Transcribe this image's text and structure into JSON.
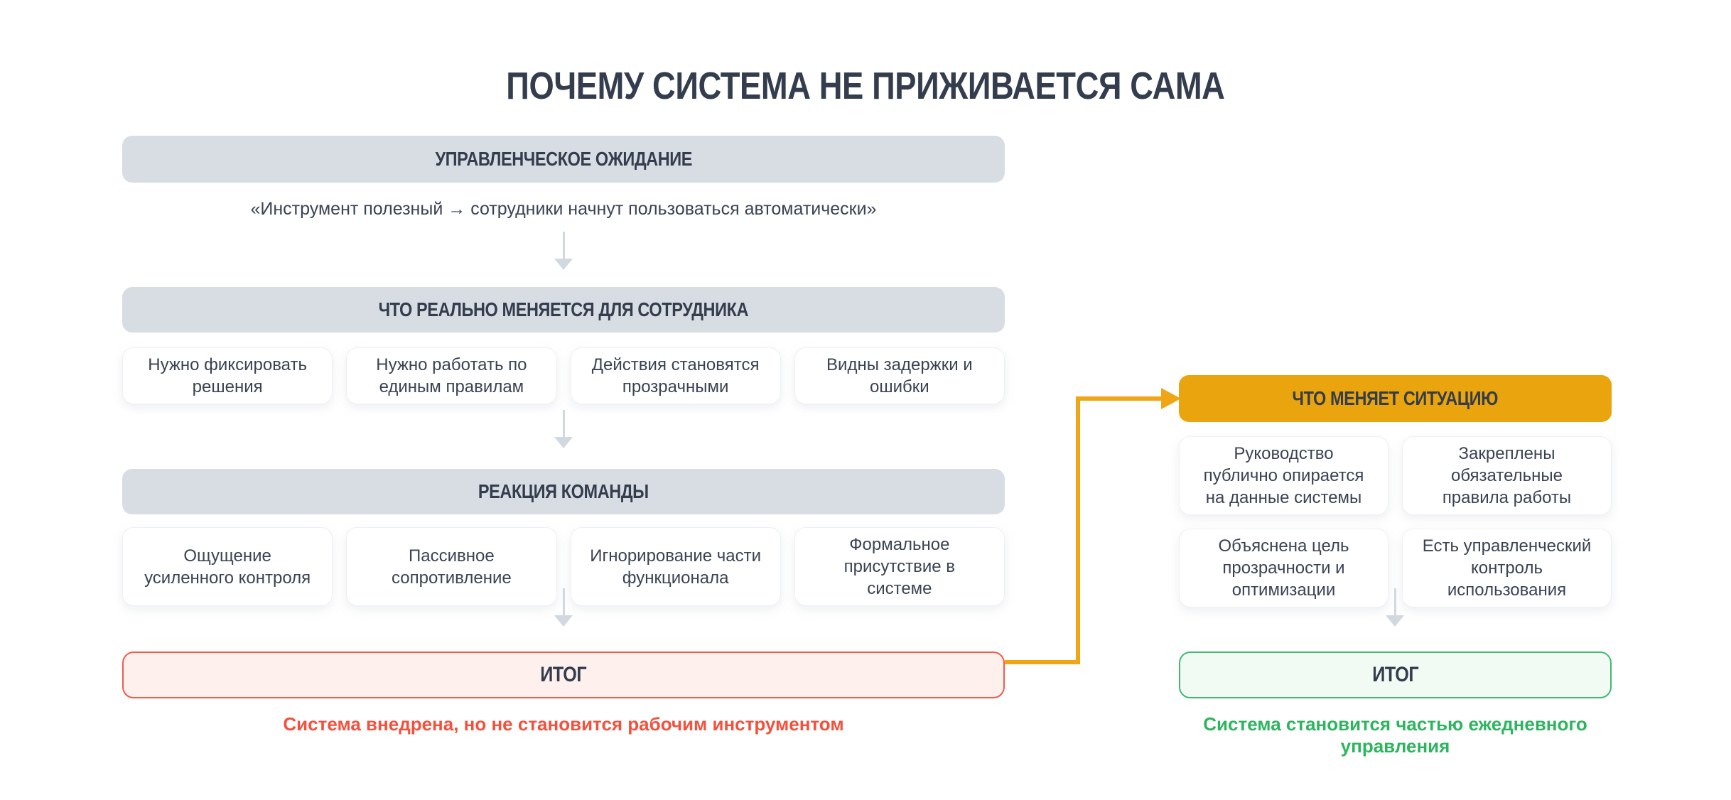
{
  "page": {
    "title": "ПОЧЕМУ СИСТЕМА НЕ ПРИЖИВАЕТСЯ САМА"
  },
  "left_flow": {
    "expectation_header": "УПРАВЛЕНЧЕСКОЕ ОЖИДАНИЕ",
    "expectation_quote": "«Инструмент полезный → сотрудники начнут пользоваться автоматически»",
    "changes_header": "ЧТО РЕАЛЬНО МЕНЯЕТСЯ ДЛЯ СОТРУДНИКА",
    "changes_cards": [
      "Нужно фиксировать решения",
      "Нужно работать по единым правилам",
      "Действия становятся прозрачными",
      "Видны задержки и ошибки"
    ],
    "reaction_header": "РЕАКЦИЯ КОМАНДЫ",
    "reaction_cards": [
      "Ощущение усиленного контроля",
      "Пассивное сопротивление",
      "Игнорирование части функционала",
      "Формальное присутствие в системе"
    ],
    "result_label": "ИТОГ",
    "result_note": "Система внедрена, но не становится рабочим инструментом"
  },
  "right_flow": {
    "header": "ЧТО МЕНЯЕТ СИТУАЦИЮ",
    "cards": [
      "Руководство публично опирается на данные системы",
      "Закреплены обязательные правила работы",
      "Объяснена цель прозрачности и оптимизации",
      "Есть управленческий контроль использования"
    ],
    "result_label": "ИТОГ",
    "result_note": "Система становится частью ежедневного управления"
  },
  "icons": {
    "down_arrow": "triangle-down-flow-arrow",
    "connector": "elbow-right-arrow"
  },
  "colors": {
    "canvas_bg": "#FFFFFF",
    "ink": "#343D4D",
    "body_text": "#3A4353",
    "header_bar_bg": "#D8DDE4",
    "card_bg": "#FFFFFF",
    "card_border": "#EDF0F4",
    "flow_arrow": "#D2D8DF",
    "accent_orange": "#EAA40D",
    "connector_orange": "#F0A514",
    "fail_border": "#F25C4B",
    "fail_bg": "#FDF0ED",
    "fail_text": "#F4503C",
    "success_border": "#42BA6E",
    "success_bg": "#F2FBF3",
    "success_text": "#2EB45F"
  }
}
